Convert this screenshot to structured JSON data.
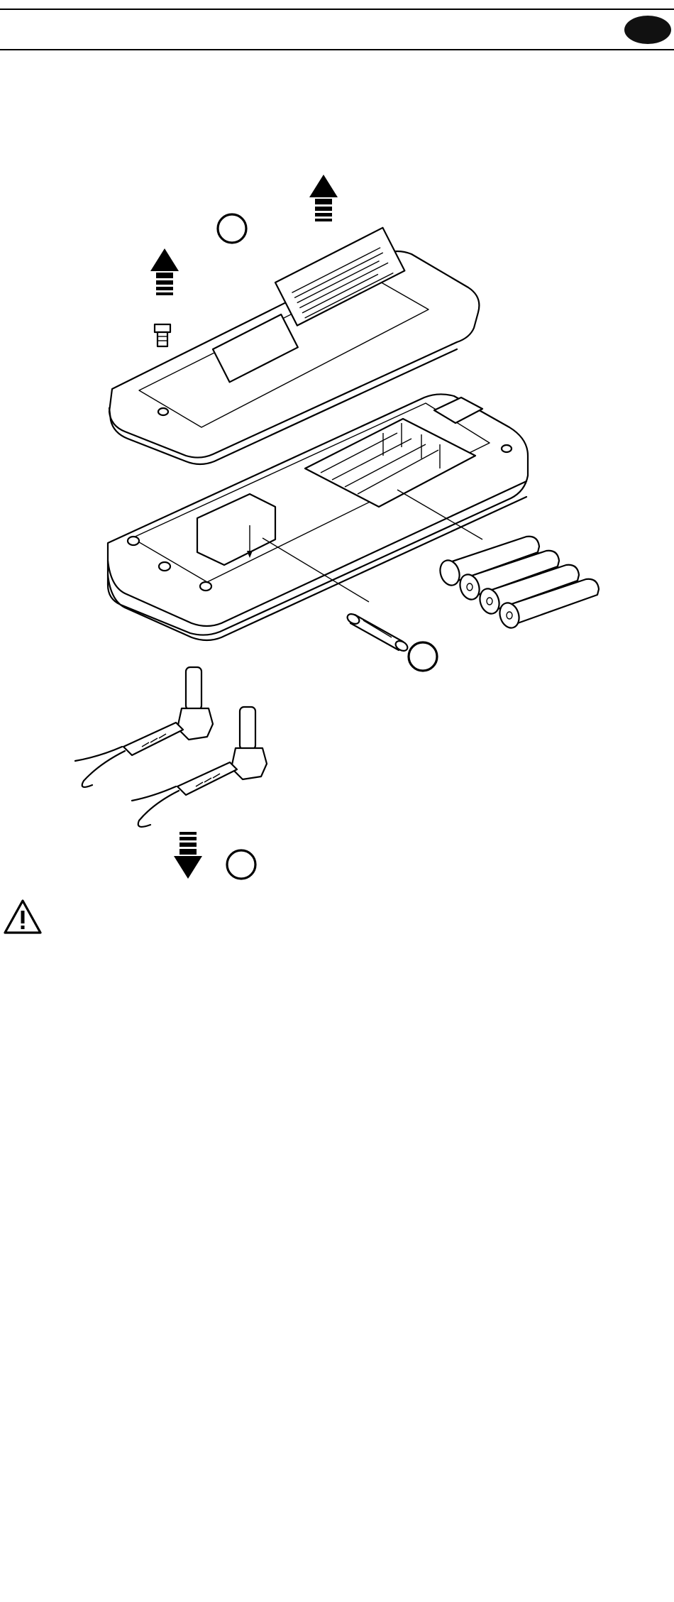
{
  "header": {
    "language_badge": ""
  },
  "diagram": {
    "step_markers": [
      "",
      "",
      "",
      ""
    ],
    "arrows": [
      {
        "name": "lift-arrow-left",
        "direction": "up"
      },
      {
        "name": "lift-arrow-right",
        "direction": "up"
      },
      {
        "name": "insert-arrow",
        "direction": "down"
      }
    ],
    "components": [
      "back-cover",
      "screw",
      "meter-body",
      "fuse",
      "batteries",
      "test-probes"
    ],
    "battery_count": 4
  },
  "footer": {
    "warning_icon": "warning-triangle-icon"
  }
}
